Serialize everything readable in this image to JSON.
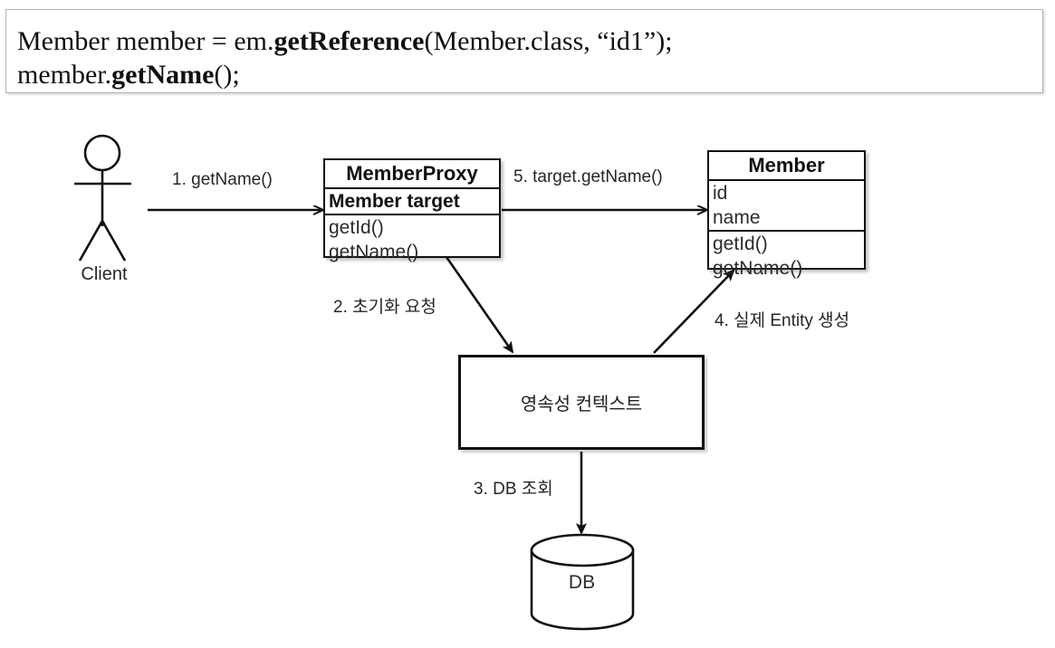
{
  "code_block": {
    "line1_pre": "Member member = em.",
    "line1_bold": "getReference",
    "line1_post": "(Member.class, “id1”);",
    "line2_pre": "member.",
    "line2_bold": "getName",
    "line2_post": "();"
  },
  "actor": {
    "label": "Client",
    "icon": "stick-figure-actor-icon"
  },
  "member_proxy": {
    "title": "MemberProxy",
    "attributes": [
      "Member target"
    ],
    "operations": [
      "getId()",
      "getName()"
    ]
  },
  "member": {
    "title": "Member",
    "attributes": [
      "id",
      "name"
    ],
    "operations": [
      "getId()",
      "getName()"
    ]
  },
  "persistence_context": {
    "label": "영속성 컨텍스트"
  },
  "database": {
    "label": "DB",
    "icon": "database-cylinder-icon"
  },
  "flows": [
    {
      "id": "1",
      "label": "1. getName()"
    },
    {
      "id": "2",
      "label": "2. 초기화 요청"
    },
    {
      "id": "3",
      "label": "3. DB 조회"
    },
    {
      "id": "4",
      "label": "4. 실제 Entity 생성"
    },
    {
      "id": "5",
      "label": "5. target.getName()"
    }
  ],
  "colors": {
    "stroke": "#111111",
    "code_border": "#b3b3b3",
    "background": "#ffffff",
    "text": "#262626"
  }
}
